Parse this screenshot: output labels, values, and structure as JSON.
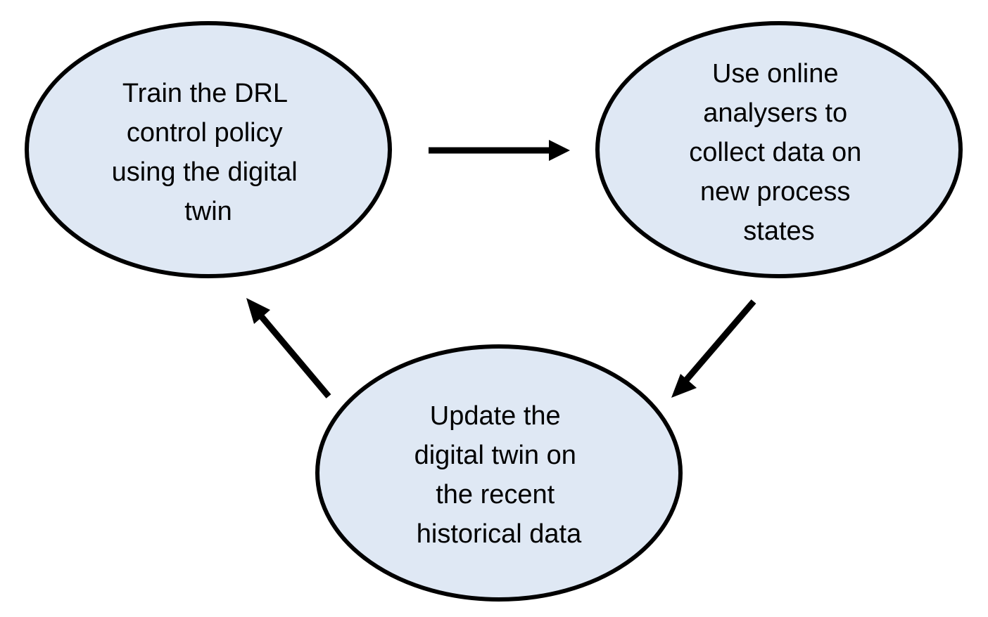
{
  "colors": {
    "node_fill": "#dfe8f4",
    "node_stroke": "#000000",
    "arrow": "#000000",
    "text": "#000000",
    "background": "#ffffff"
  },
  "nodes": [
    {
      "id": "train",
      "lines": [
        "Train the DRL",
        "control policy",
        "using the digital",
        "twin"
      ]
    },
    {
      "id": "collect",
      "lines": [
        "Use online",
        "analysers to",
        "collect data on",
        "new process",
        "states"
      ]
    },
    {
      "id": "update",
      "lines": [
        "Update the",
        "digital twin on",
        "the recent",
        "historical data"
      ]
    }
  ],
  "edges": [
    {
      "from": "train",
      "to": "collect"
    },
    {
      "from": "collect",
      "to": "update"
    },
    {
      "from": "update",
      "to": "train"
    }
  ]
}
